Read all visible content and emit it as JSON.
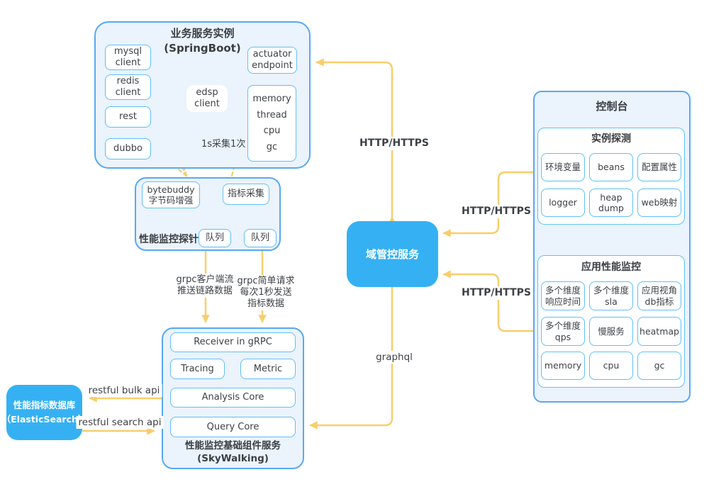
{
  "colors": {
    "panel_fill": "#EBF3FC",
    "panel_border": "#57A9F1",
    "chip_border": "#5FC0F8",
    "accent_blue": "#35B1F3",
    "arrow_yellow": "#F8CE6D",
    "text": "#3E4247"
  },
  "springboot": {
    "title": "业务服务实例\n(SpringBoot)",
    "mysql_client": "mysql\nclient",
    "redis_client": "redis\nclient",
    "rest": "rest",
    "dubbo": "dubbo",
    "edsp_client": "edsp\nclient",
    "actuator_endpoint": "actuator\nendpoint",
    "metrics": [
      "memory",
      "thread",
      "cpu",
      "gc"
    ],
    "sample_note": "1s采集1次"
  },
  "probe": {
    "label": "性能监控探针",
    "bytebuddy": "bytebuddy\n字节码增强",
    "metric_collect": "指标采集",
    "queue_left": "队列",
    "queue_right": "队列"
  },
  "skywalking": {
    "receiver": "Receiver in gRPC",
    "tracing": "Tracing",
    "metric": "Metric",
    "analysis_core": "Analysis Core",
    "query_core": "Query Core",
    "title": "性能监控基础组件服务\n(SkyWalking)"
  },
  "elasticsearch": {
    "title": "性能指标数据库\n（ElasticSearch）"
  },
  "domain_service": {
    "title": "域管控服务"
  },
  "console": {
    "title": "控制台",
    "instance_probe": {
      "title": "实例探测",
      "items": [
        "环境变量",
        "beans",
        "配置属性",
        "logger",
        "heap\ndump",
        "web映射"
      ]
    },
    "apm": {
      "title": "应用性能监控",
      "items": [
        "多个维度\n响应时间",
        "多个维度\nsla",
        "应用视角\ndb指标",
        "多个维度\nqps",
        "慢服务",
        "heatmap",
        "memory",
        "cpu",
        "gc"
      ]
    }
  },
  "edges": {
    "http_top": "HTTP/HTTPS",
    "http_upper_right": "HTTP/HTTPS",
    "http_lower_right": "HTTP/HTTPS",
    "graphql": "graphql",
    "grpc_stream": "grpc客户端流\n推送链路数据",
    "grpc_simple": "grpc简单请求\n每次1秒发送\n指标数据",
    "restful_bulk": "restful bulk api",
    "restful_search": "restful search api"
  }
}
